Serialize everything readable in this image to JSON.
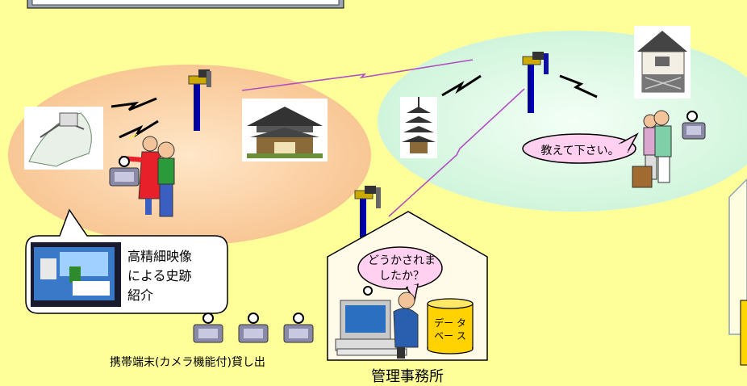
{
  "speech": {
    "tourist": "教えて下さい。",
    "office_line1": "どうかされま",
    "office_line2": "したか？"
  },
  "callout": {
    "line1": "高精細映像",
    "line2": "による史跡",
    "line3": "紹介"
  },
  "database": {
    "line1": "デー タ",
    "line2": "ベー ス"
  },
  "captions": {
    "rental": "携帯端末(カメラ機能付)貸し出",
    "office": "管理事務所"
  }
}
